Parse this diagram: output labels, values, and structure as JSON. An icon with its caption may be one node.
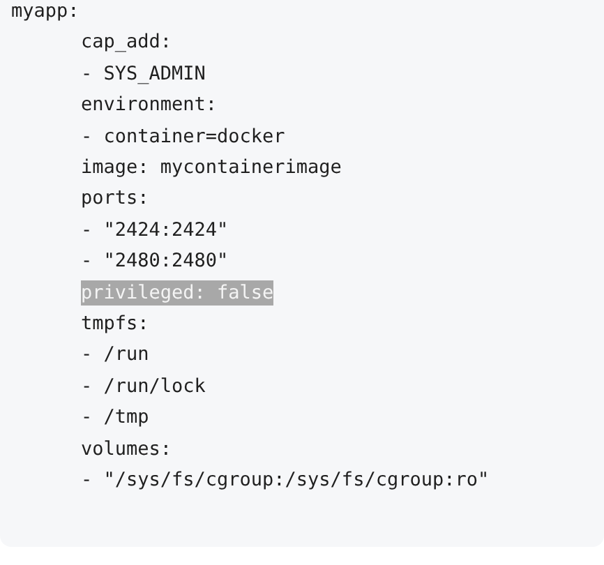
{
  "diagram": {
    "labels": [
      "myapp:",
      "cap_add:",
      "- SYS_ADMIN",
      "environment:",
      "- container=docker",
      "image: mycontainerimage",
      "ports:",
      "- \"2424:2424\"",
      "- \"2480:2480\"",
      "privileged: false",
      "tmpfs:",
      "- /run",
      "- /run/lock",
      "- /tmp",
      "volumes:",
      "- \"/sys/fs/cgroup:/sys/fs/cgroup:ro\""
    ]
  }
}
